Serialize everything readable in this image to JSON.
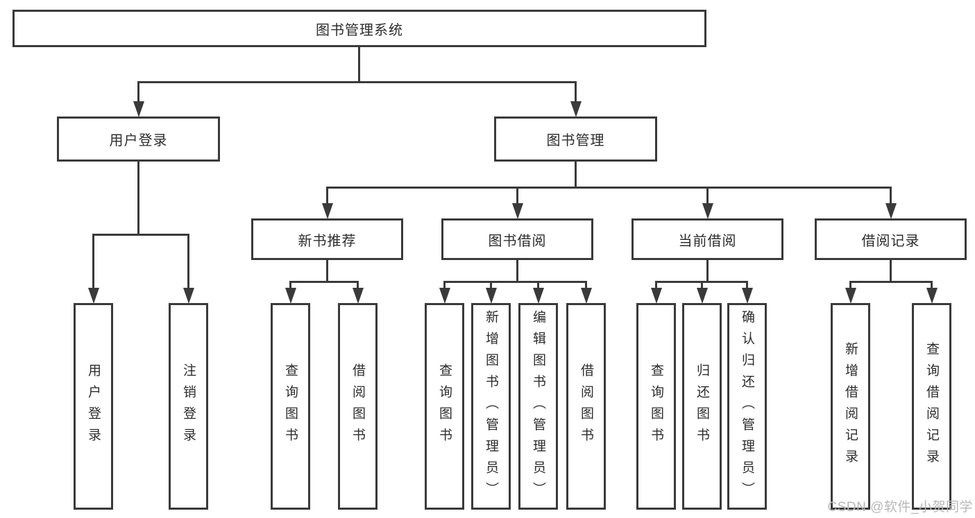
{
  "diagram": {
    "root": "图书管理系统",
    "level2": [
      "用户登录",
      "图书管理"
    ],
    "level3": [
      "新书推荐",
      "图书借阅",
      "当前借阅",
      "借阅记录"
    ],
    "leaves_user": [
      "用户登录",
      "注销登录"
    ],
    "leaves_new": [
      "查询图书",
      "借阅图书"
    ],
    "leaves_borrow": [
      "查询图书",
      "新增图书（管理员）",
      "编辑图书（管理员）",
      "借阅图书"
    ],
    "leaves_current": [
      "查询图书",
      "归还图书",
      "确认归还（管理员）"
    ],
    "leaves_records": [
      "新增借阅记录",
      "查询借阅记录"
    ],
    "watermark": "CSDN @软件_小贺同学"
  },
  "colors": {
    "line": "#3a3a3a",
    "text": "#2d2d2d",
    "watermark": "#b8b8b8",
    "background": "#ffffff"
  }
}
